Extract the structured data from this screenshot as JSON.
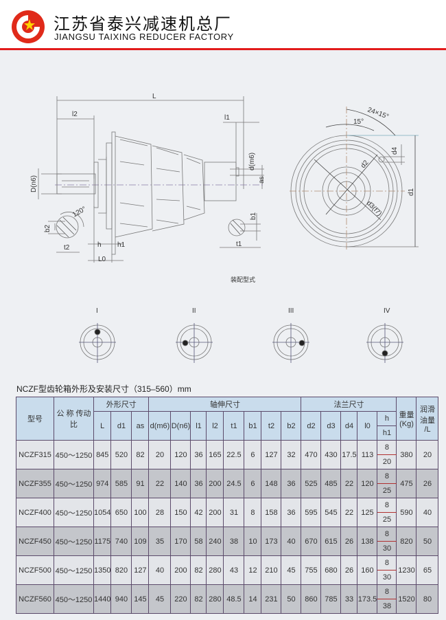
{
  "header": {
    "company_cn": "江苏省泰兴减速机总厂",
    "company_en": "JIANGSU TAIXING REDUCER FACTORY"
  },
  "drawing": {
    "labels": {
      "L": "L",
      "l2": "l2",
      "l1": "l1",
      "D": "D(n6)",
      "d": "d(m6)",
      "as": "as",
      "b2": "b2",
      "angle120": "120°",
      "t2": "t2",
      "h": "h",
      "h1": "h1",
      "L0": "L0",
      "b1": "b1",
      "t1": "t1",
      "holes": "24×15°",
      "angle15": "15°",
      "d4": "d4",
      "d2": "d2",
      "d3": "d3(f7)",
      "d1": "d1"
    },
    "caption": "装配型式",
    "mount_types": [
      "I",
      "II",
      "III",
      "IV"
    ]
  },
  "table": {
    "title": "NCZF型齿轮箱外形及安装尺寸（315–560）mm",
    "groups": {
      "model": "型号",
      "ratio": "公 称 传动比",
      "outline": "外形尺寸",
      "shaft": "轴伸尺寸",
      "flange": "法兰尺寸",
      "weight": "重量 (Kg)",
      "oil": "润滑 油量 /L"
    },
    "columns": [
      "L",
      "d1",
      "as",
      "d(m6)",
      "D(n6)",
      "l1",
      "l2",
      "t1",
      "b1",
      "t2",
      "b2",
      "d2",
      "d3",
      "d4",
      "l0",
      "h",
      "h1"
    ],
    "rows": [
      {
        "model": "NCZF315",
        "ratio": "450～1250",
        "v": [
          "845",
          "520",
          "82",
          "20",
          "120",
          "36",
          "165",
          "22.5",
          "6",
          "127",
          "32",
          "470",
          "430",
          "17.5",
          "113"
        ],
        "h": "8",
        "h1": "20",
        "weight": "380",
        "oil": "20"
      },
      {
        "model": "NCZF355",
        "ratio": "450～1250",
        "v": [
          "974",
          "585",
          "91",
          "22",
          "140",
          "36",
          "200",
          "24.5",
          "6",
          "148",
          "36",
          "525",
          "485",
          "22",
          "120"
        ],
        "h": "8",
        "h1": "25",
        "weight": "475",
        "oil": "26"
      },
      {
        "model": "NCZF400",
        "ratio": "450～1250",
        "v": [
          "1054",
          "650",
          "100",
          "28",
          "150",
          "42",
          "200",
          "31",
          "8",
          "158",
          "36",
          "595",
          "545",
          "22",
          "125"
        ],
        "h": "8",
        "h1": "25",
        "weight": "590",
        "oil": "40"
      },
      {
        "model": "NCZF450",
        "ratio": "450～1250",
        "v": [
          "1175",
          "740",
          "109",
          "35",
          "170",
          "58",
          "240",
          "38",
          "10",
          "173",
          "40",
          "670",
          "615",
          "26",
          "138"
        ],
        "h": "8",
        "h1": "30",
        "weight": "820",
        "oil": "50"
      },
      {
        "model": "NCZF500",
        "ratio": "450～1250",
        "v": [
          "1350",
          "820",
          "127",
          "40",
          "200",
          "82",
          "280",
          "43",
          "12",
          "210",
          "45",
          "755",
          "680",
          "26",
          "160"
        ],
        "h": "8",
        "h1": "30",
        "weight": "1230",
        "oil": "65"
      },
      {
        "model": "NCZF560",
        "ratio": "450～1250",
        "v": [
          "1440",
          "940",
          "145",
          "45",
          "220",
          "82",
          "280",
          "48.5",
          "14",
          "231",
          "50",
          "860",
          "785",
          "33",
          "173.5"
        ],
        "h": "8",
        "h1": "38",
        "weight": "1520",
        "oil": "80"
      }
    ]
  }
}
